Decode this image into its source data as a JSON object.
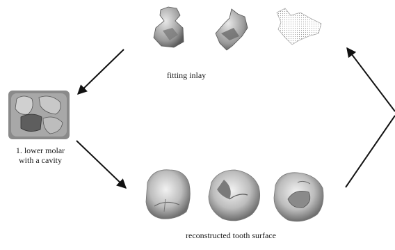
{
  "labels": {
    "fitting_inlay": "fitting inlay",
    "lower_molar_line1": "1. lower molar",
    "lower_molar_line2": "with a cavity",
    "reconstructed": "reconstructed tooth surface"
  }
}
